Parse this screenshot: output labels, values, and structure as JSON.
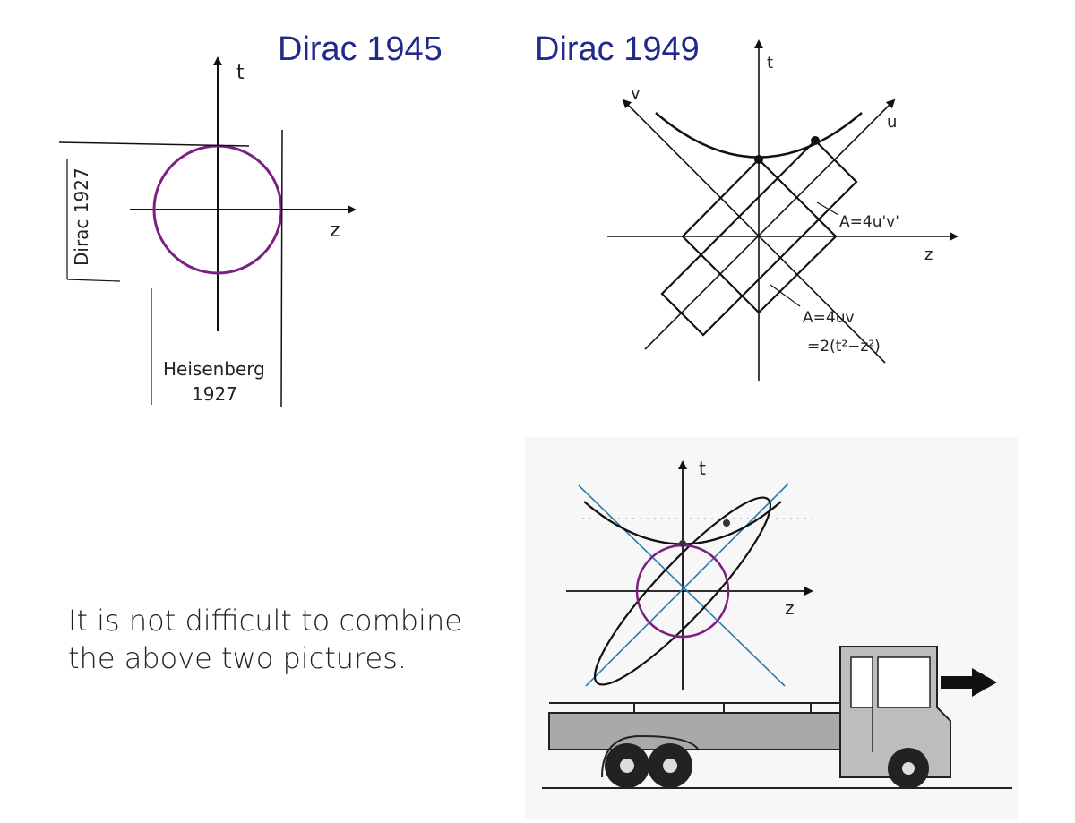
{
  "titles": {
    "left": "Dirac 1945",
    "right": "Dirac 1949"
  },
  "left_diagram": {
    "t_label": "t",
    "z_label": "z",
    "dirac_label": "Dirac 1927",
    "heisenberg_label_line1": "Heisenberg",
    "heisenberg_label_line2": "1927",
    "circle_color": "#7b1f83"
  },
  "right_diagram": {
    "t_label": "t",
    "z_label": "z",
    "u_label": "u",
    "v_label": "v",
    "area_label_1": "A=4u'v'",
    "area_label_2": "A=4uv",
    "area_label_3": "=2(t²−z²)"
  },
  "bottom_diagram": {
    "t_label": "t",
    "z_label": "z",
    "circle_color": "#7b1f83",
    "axis_color": "#2a7ea8"
  },
  "caption": {
    "line1": "It is not difficult to combine",
    "line2": "the above two pictures."
  }
}
